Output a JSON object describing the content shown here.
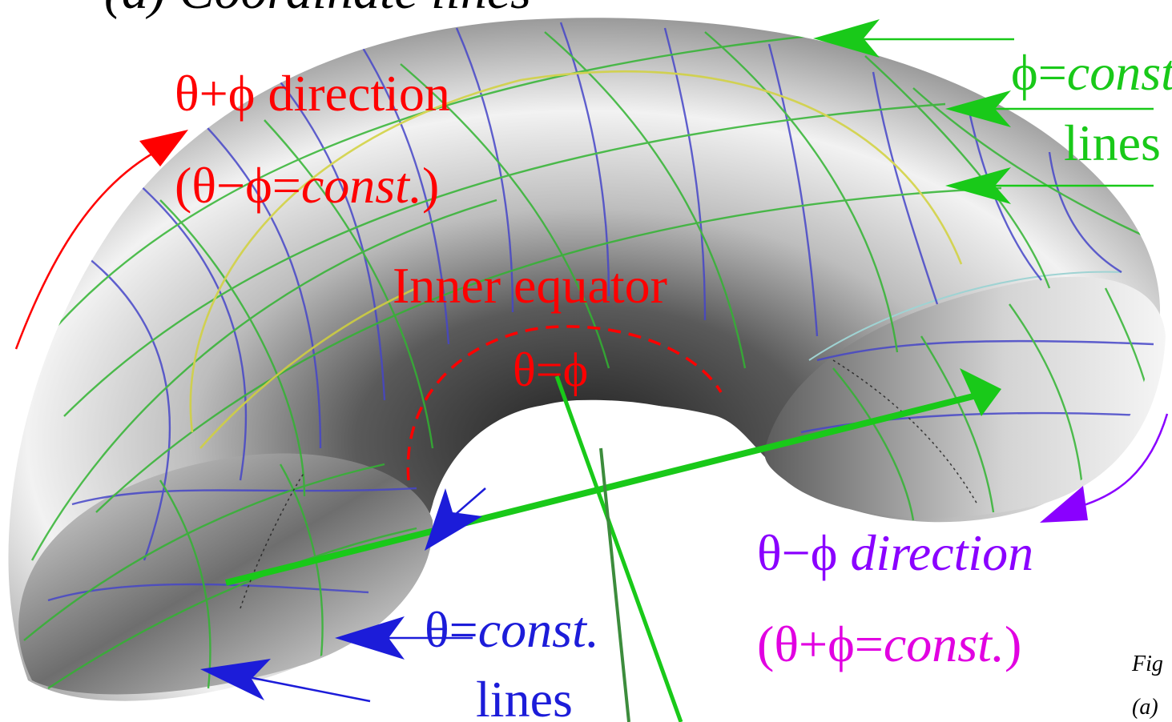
{
  "title": "(a) Coordinate lines",
  "labels": {
    "theta_plus_phi_direction": "θ+ϕ direction",
    "theta_minus_phi_const_prefix": "(θ−ϕ=",
    "theta_minus_phi_const_italic": "const.",
    "theta_minus_phi_const_suffix": ")",
    "phi_const_prefix": "ϕ=",
    "phi_const_italic": "const.",
    "phi_lines": "lines",
    "inner_equator": "Inner equator",
    "theta_eq_phi": "θ=ϕ",
    "theta_minus_phi_prefix": "θ−ϕ ",
    "theta_minus_phi_italic": "direction",
    "theta_plus_phi_const_prefix": "(θ+ϕ=",
    "theta_plus_phi_const_italic": "const.",
    "theta_plus_phi_const_suffix": ")",
    "theta_const_prefix": "θ=",
    "theta_const_italic": "const.",
    "theta_lines": "lines",
    "caption_fig": "Fig",
    "caption_a": "(a)"
  },
  "colors": {
    "red": "#ff0000",
    "green": "#19c919",
    "blue": "#1c1cd9",
    "purple": "#8a00ff",
    "magenta": "#e100e1",
    "mesh_blue": "#4646c8",
    "mesh_green": "#32b432",
    "mesh_yellow": "#d2d23c"
  }
}
